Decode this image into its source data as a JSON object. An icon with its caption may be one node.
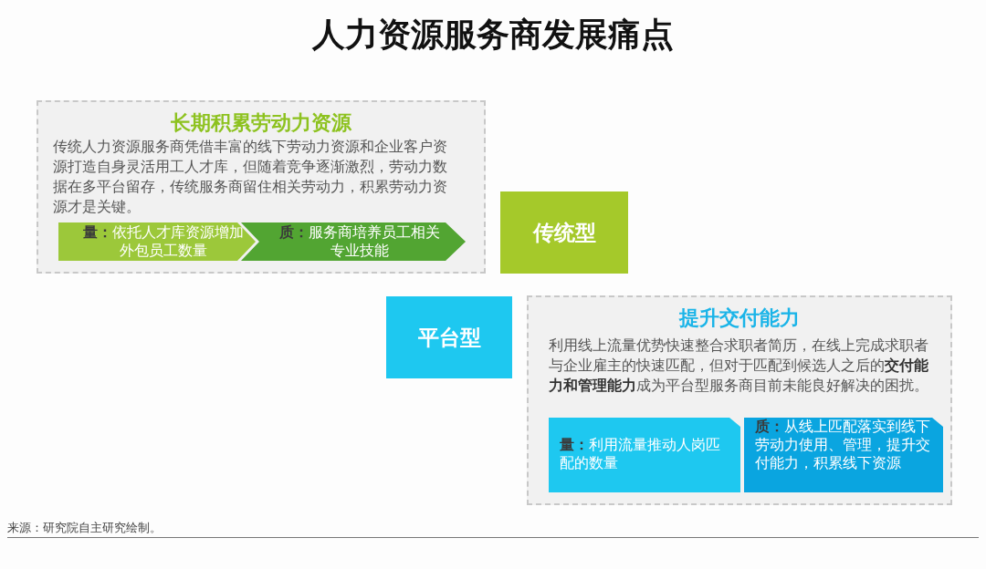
{
  "diagram": {
    "title": "人力资源服务商发展痛点",
    "nodes": [
      {
        "text": [
          "长期积累劳动力资源",
          "传统人力资源服务商凭借丰富的线下劳动力资源和企业客户资源打造自身灵活用工人才库，但随着竞争逐渐激烈，劳动力数据在多平台留存，传统服务商留住相关劳动力，积累劳动力资源才是关键。"
        ]
      },
      {
        "text": [
          "**量：**依托人才库资源增加外包员工数量"
        ],
        "in": 0
      },
      {
        "text": [
          "**质：**服务商培养员工相关专业技能"
        ],
        "in": 0
      },
      {
        "text": [
          "传统型"
        ]
      },
      {
        "text": [
          "平台型"
        ]
      },
      {
        "text": [
          "提升交付能力",
          "利用线上流量优势快速整合求职者简历，在线上完成求职者与企业雇主的快速匹配，但对于匹配到候选人之后的**交付能力和管理能力**成为平台型服务商目前未能良好解决的困扰。"
        ]
      },
      {
        "text": [
          "**量：**利用流量推动人岗匹配的数量"
        ],
        "in": 5
      },
      {
        "text": [
          "**质：**从线上匹配落实到线下劳动力使用、管理，提升交付能力，积累线下资源"
        ],
        "in": 5
      }
    ],
    "labels": [
      "来源：研究院自主研究绘制。"
    ]
  }
}
